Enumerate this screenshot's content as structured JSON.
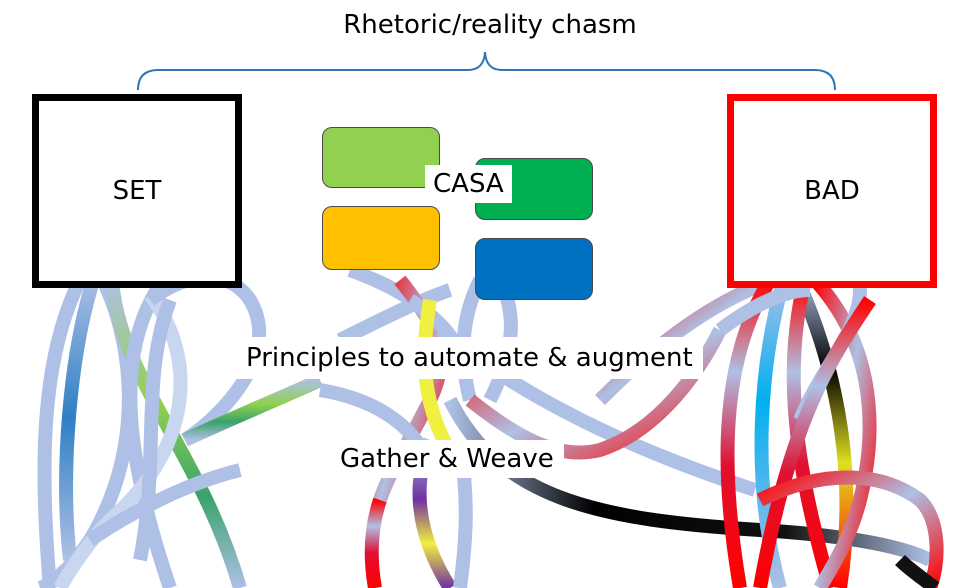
{
  "title": "Rhetoric/reality chasm",
  "left_box": {
    "label": "SET"
  },
  "right_box": {
    "label": "BAD"
  },
  "center": {
    "label": "CASA",
    "tiles": [
      {
        "name": "green-tile",
        "color": "#92d050"
      },
      {
        "name": "yellow-tile",
        "color": "#ffc000"
      },
      {
        "name": "dark-green-tile",
        "color": "#00b050"
      },
      {
        "name": "blue-tile",
        "color": "#0070c0"
      }
    ]
  },
  "principles": "Principles to automate & augment",
  "gather": "Gather & Weave",
  "colors": {
    "strand": "#aec0e5",
    "brace": "#2e75b6",
    "red": "#ff0000",
    "black": "#000000"
  }
}
